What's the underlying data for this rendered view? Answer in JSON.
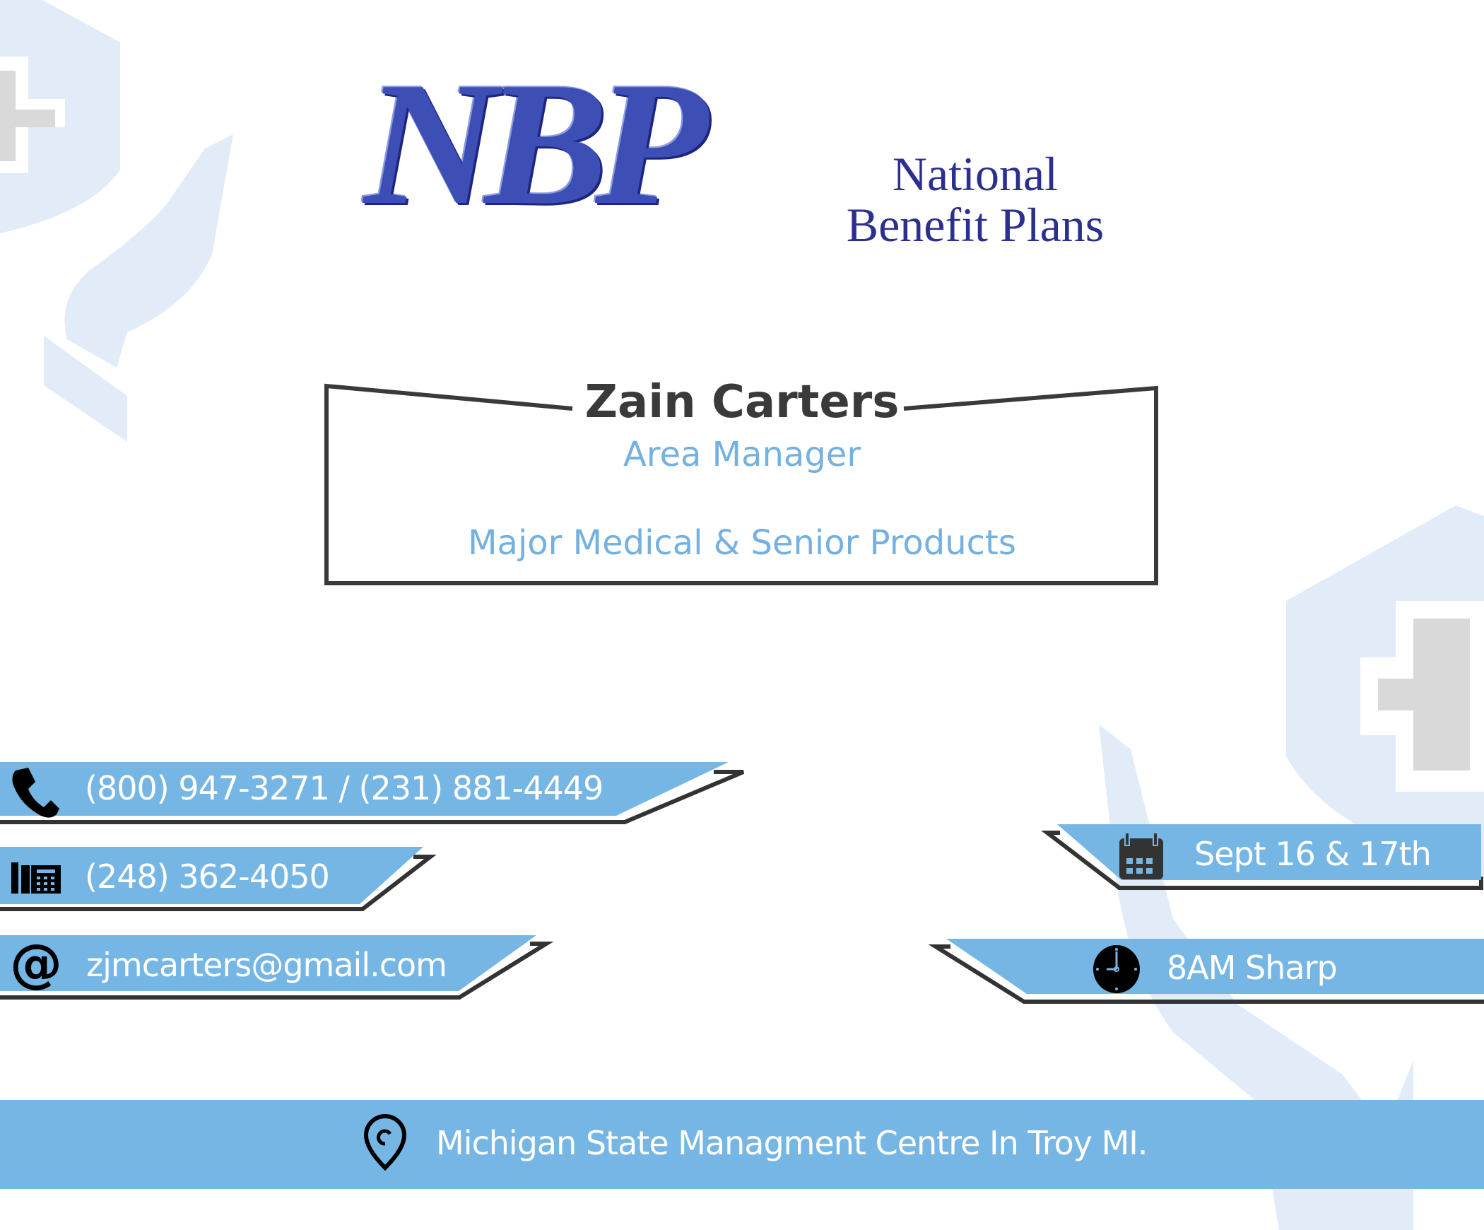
{
  "logo": {
    "letters": "NBP",
    "org_line1": "National",
    "org_line2": "Benefit Plans"
  },
  "card": {
    "name": "Zain Carters",
    "title": "Area Manager",
    "products": "Major Medical & Senior Products"
  },
  "contacts": {
    "phone": "(800) 947-3271 / (231) 881-4449",
    "fax": "(248) 362-4050",
    "email": "zjmcarters@gmail.com"
  },
  "event": {
    "date": "Sept 16 & 17th",
    "time": "8AM Sharp"
  },
  "location": "Michigan State Managment Centre In Troy MI.",
  "colors": {
    "band": "#76b6e4",
    "decor": "#e1ecf8",
    "cross": "#d9d9d9",
    "outline": "#333333"
  }
}
